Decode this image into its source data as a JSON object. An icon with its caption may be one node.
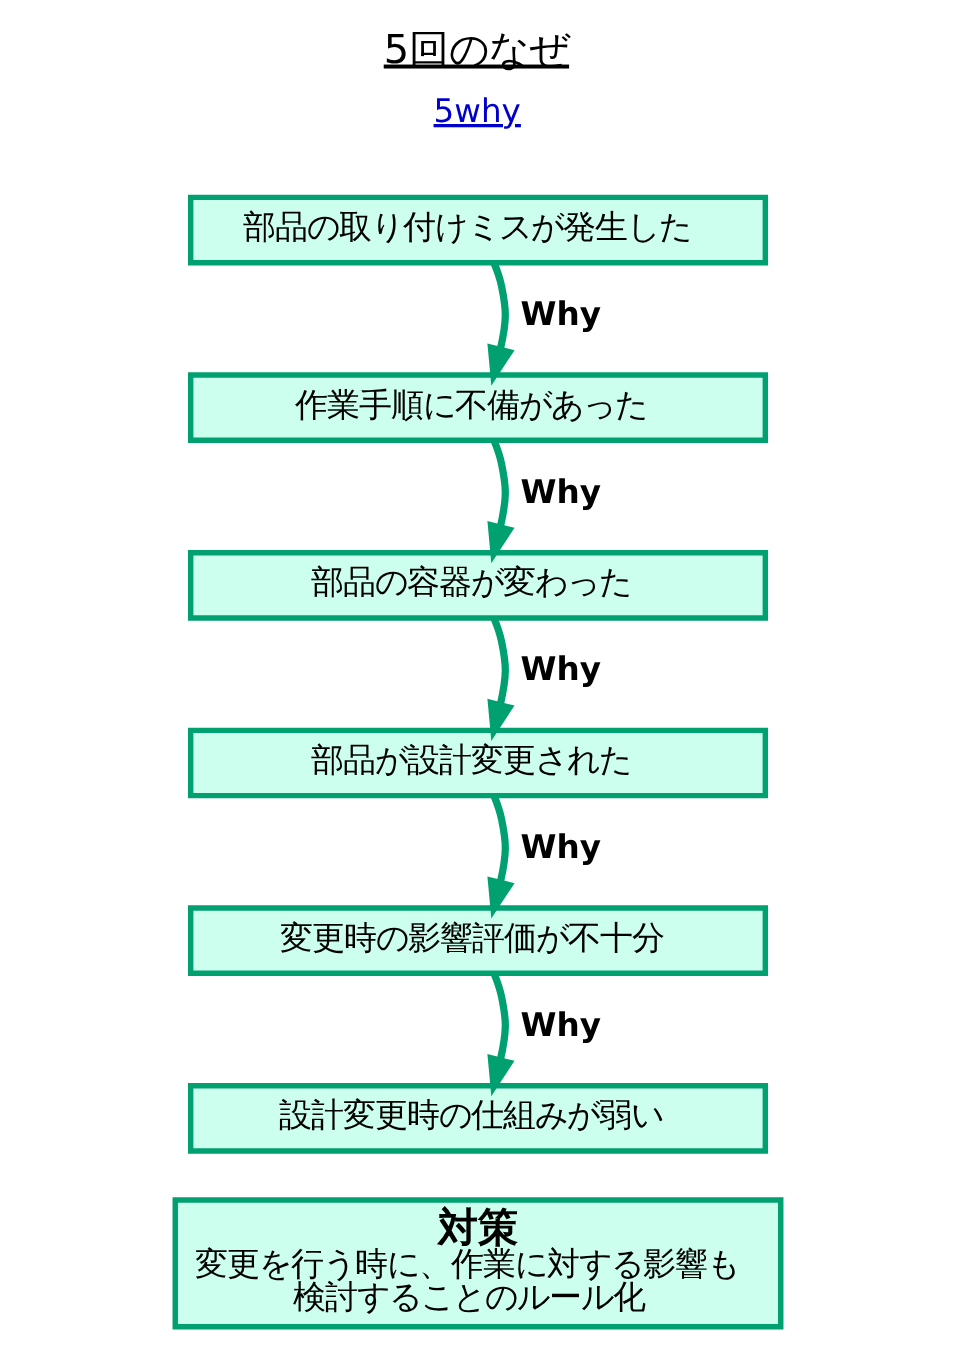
{
  "diagram": {
    "title": "5回のなぜ",
    "nodes": [
      {
        "text": [
          "部品の取り付けミスが発生した"
        ]
      },
      {
        "text": [
          "作業手順に不備があった"
        ]
      },
      {
        "text": [
          "部品の容器が変わった"
        ]
      },
      {
        "text": [
          "部品が設計変更された"
        ]
      },
      {
        "text": [
          "変更時の影響評価が不十分"
        ]
      },
      {
        "text": [
          "設計変更時の仕組みが弱い"
        ]
      },
      {
        "text": [
          "対策",
          "変更を行う時に、作業に対する影響も検討することのルール化"
        ]
      }
    ],
    "edges": [
      {
        "from": 0,
        "to": 1,
        "arrow": "to",
        "label": "Why"
      },
      {
        "from": 1,
        "to": 2,
        "arrow": "to",
        "label": "Why"
      },
      {
        "from": 2,
        "to": 3,
        "arrow": "to",
        "label": "Why"
      },
      {
        "from": 3,
        "to": 4,
        "arrow": "to",
        "label": "Why"
      },
      {
        "from": 4,
        "to": 5,
        "arrow": "to",
        "label": "Why"
      }
    ],
    "labels": [
      "5why"
    ]
  }
}
